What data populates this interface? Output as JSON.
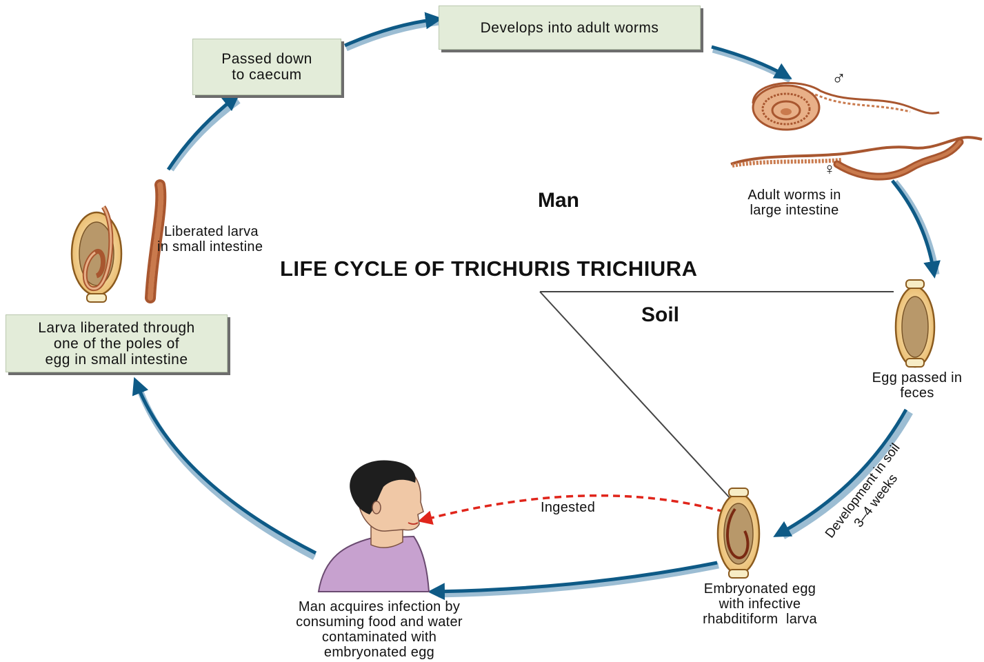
{
  "title": "LIFE CYCLE OF TRICHURIS TRICHIURA",
  "regions": {
    "man": "Man",
    "soil": "Soil"
  },
  "boxes": {
    "caecum": [
      "Passed down",
      "to caecum"
    ],
    "adult": "Develops into adult worms",
    "larva_liberated": [
      "Larva liberated through",
      "one of the poles of",
      "egg in small intestine"
    ]
  },
  "labels": {
    "liberated_larva": [
      "Liberated larva",
      "in small intestine"
    ],
    "adult_worms": [
      "Adult worms in",
      "large intestine"
    ],
    "egg_feces": [
      "Egg passed in",
      "feces"
    ],
    "embryonated": [
      "Embryonated egg",
      "with infective",
      "rhabditiform  larva"
    ],
    "man_acquires": [
      "Man acquires infection by",
      "consuming food and water",
      "contaminated with",
      "embryonated egg"
    ],
    "ingested": "Ingested",
    "development": [
      "Development in soil",
      "3–4 weeks"
    ]
  },
  "symbols": {
    "male": "♂",
    "female": "♀"
  },
  "colors": {
    "arrow": "#0e5a86",
    "arrow_shadow": "#9cbdd3",
    "box": "#e3ecd9",
    "dashed": "#e0251b",
    "worm": "#a8562f",
    "egg": "#f7dca2"
  }
}
